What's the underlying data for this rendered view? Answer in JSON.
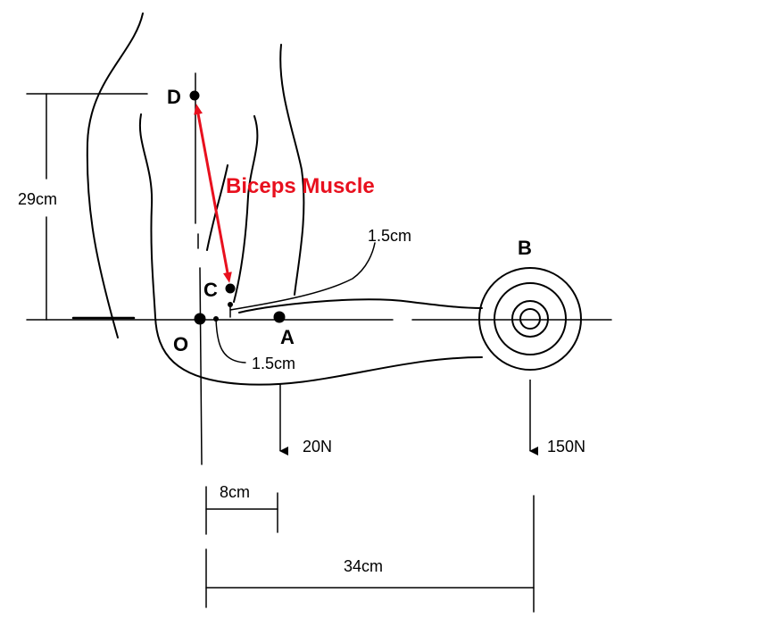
{
  "points": {
    "D": "D",
    "C": "C",
    "O": "O",
    "A": "A",
    "B": "B"
  },
  "muscle": {
    "label": "Biceps Muscle",
    "color": "#e8101e"
  },
  "dimensions": {
    "height": "29cm",
    "offset_top": "1.5cm",
    "offset_bottom": "1.5cm",
    "dist_OA": "8cm",
    "dist_OB": "34cm"
  },
  "forces": {
    "at_A": "20N",
    "at_B": "150N"
  }
}
